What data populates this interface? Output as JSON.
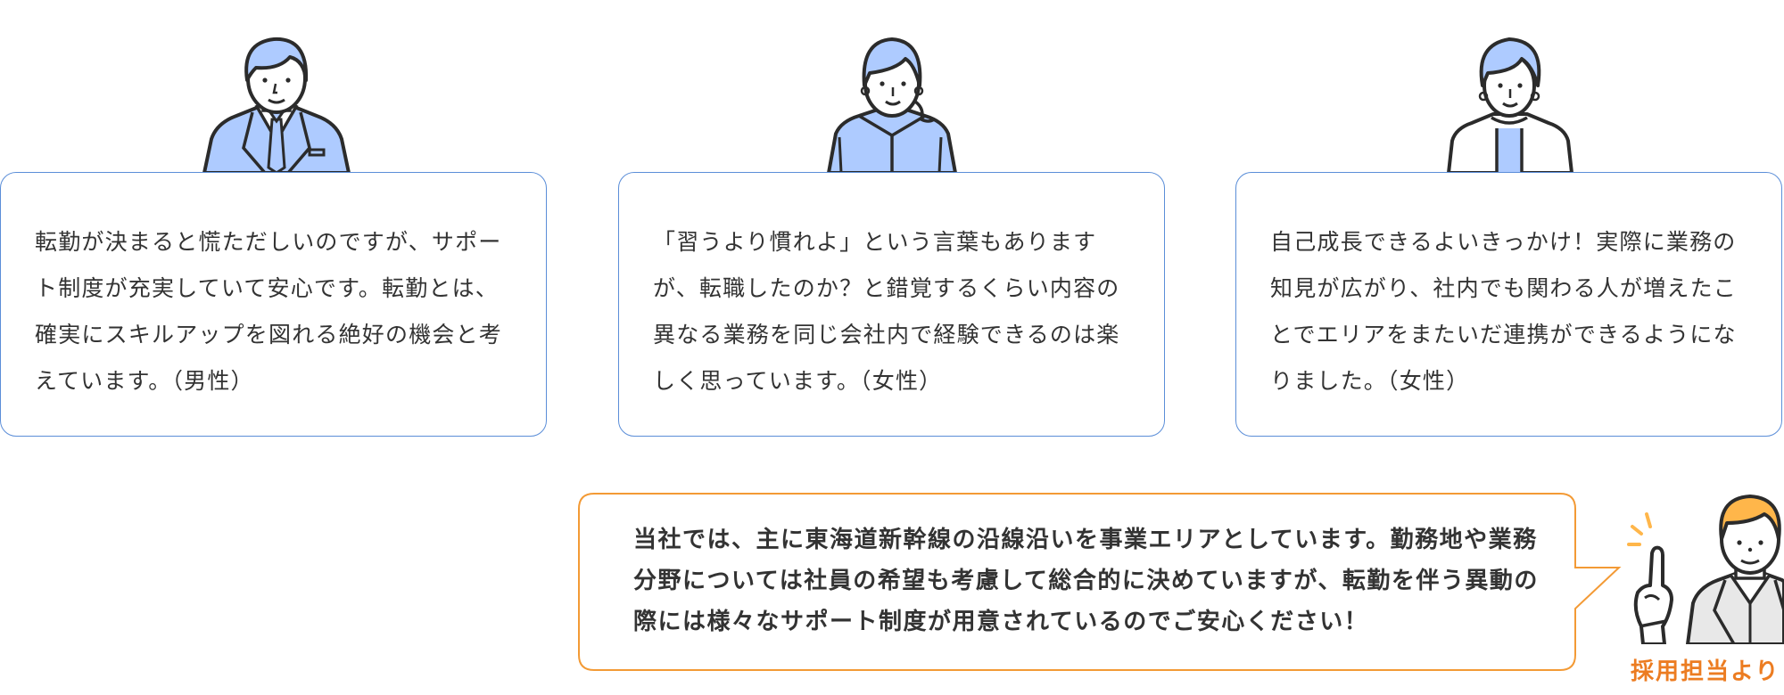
{
  "colors": {
    "card_border": "#5b8ed8",
    "person_fill": "#aecbff",
    "outline": "#2b2b2b",
    "bubble_border": "#f39a35",
    "accent_orange": "#ec7c21",
    "recruiter_hair": "#ffb64a",
    "recruiter_suit": "#e8e8e8",
    "text": "#333333"
  },
  "employee_voices": [
    {
      "figure_icon": "male-employee-suit-icon",
      "text": "転勤が決まると慌ただしいのですが、サポート制度が充実していて安心です。転勤とは、確実にスキルアップを図れる絶好の機会と考えています。（男性）"
    },
    {
      "figure_icon": "female-employee-ponytail-icon",
      "text": "「習うより慣れよ」という言葉もありますが、転職したのか？と錯覚するくらい内容の異なる業務を同じ会社内で経験できるのは楽しく思っています。（女性）"
    },
    {
      "figure_icon": "female-employee-shorthair-icon",
      "text": "自己成長できるよいきっかけ！実際に業務の知見が広がり、社内でも関わる人が増えたことでエリアをまたいだ連携ができるようになりました。（女性）"
    }
  ],
  "recruiter_message": {
    "text": "当社では、主に東海道新幹線の沿線沿いを事業エリアとしています。勤務地や業務分野については社員の希望も考慮して総合的に決めていますが、転勤を伴う異動の際には様々なサポート制度が用意されているのでご安心ください！",
    "figure_icon": "recruiter-pointing-icon",
    "label": "採用担当より"
  }
}
